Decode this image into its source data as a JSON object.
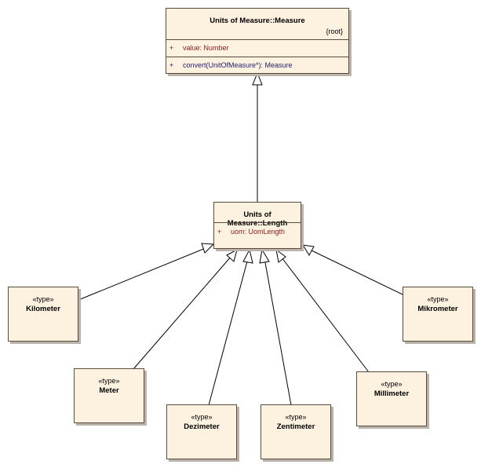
{
  "measure": {
    "name": "Units of Measure::Measure",
    "tag": "{root}",
    "attribute": {
      "visibility": "+",
      "text": "value: Number"
    },
    "operation": {
      "visibility": "+",
      "text": "convert(UnitOfMeasure*): Measure"
    }
  },
  "length": {
    "name": "Units of Measure::Length",
    "attribute": {
      "visibility": "+",
      "text": "uom: UomLength"
    }
  },
  "types": [
    {
      "stereotype": "«type»",
      "name": "Kilometer"
    },
    {
      "stereotype": "«type»",
      "name": "Meter"
    },
    {
      "stereotype": "«type»",
      "name": "Dezimeter"
    },
    {
      "stereotype": "«type»",
      "name": "Zentimeter"
    },
    {
      "stereotype": "«type»",
      "name": "Millimeter"
    },
    {
      "stereotype": "«type»",
      "name": "Mikrometer"
    }
  ],
  "colors": {
    "box_fill": "#fdf1df",
    "border": "#5a4a3a",
    "attribute_text": "#8b1a1a",
    "operation_text": "#1e1e6e"
  }
}
